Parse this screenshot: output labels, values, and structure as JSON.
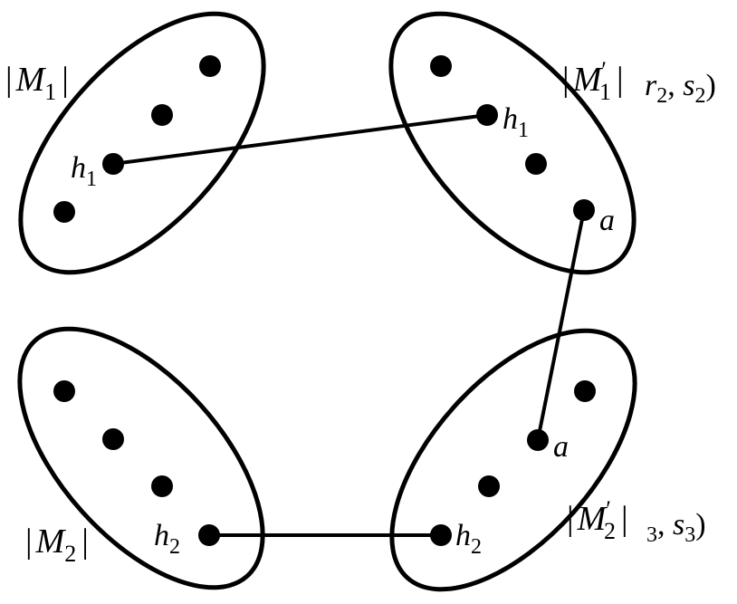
{
  "sets": {
    "M1": {
      "bar_left": "|",
      "letter": "M",
      "subscript": "1",
      "prime": "",
      "bar_right": "|"
    },
    "M1p": {
      "bar_left": "|",
      "letter": "M",
      "subscript": "1",
      "prime": "′",
      "bar_right": "|",
      "params": {
        "open": "",
        "v1": "r",
        "v1_sub": "2",
        "sep": ", ",
        "v2": "s",
        "v2_sub": "2",
        "close": ")"
      }
    },
    "M2": {
      "bar_left": "|",
      "letter": "M",
      "subscript": "2",
      "prime": "",
      "bar_right": "|"
    },
    "M2p": {
      "bar_left": "|",
      "letter": "M",
      "subscript": "2",
      "prime": "′",
      "bar_right": "|",
      "params": {
        "open": "",
        "v1": "",
        "v1_sub": "3",
        "sep": ", ",
        "v2": "s",
        "v2_sub": "3",
        "close": ")"
      }
    }
  },
  "vertex_labels": {
    "h1_left": {
      "base": "h",
      "sub": "1"
    },
    "h1_right": {
      "base": "h",
      "sub": "1"
    },
    "a_top": {
      "base": "a"
    },
    "a_bottom": {
      "base": "a"
    },
    "h2_left": {
      "base": "h",
      "sub": "2"
    },
    "h2_right": {
      "base": "h",
      "sub": "2"
    }
  }
}
